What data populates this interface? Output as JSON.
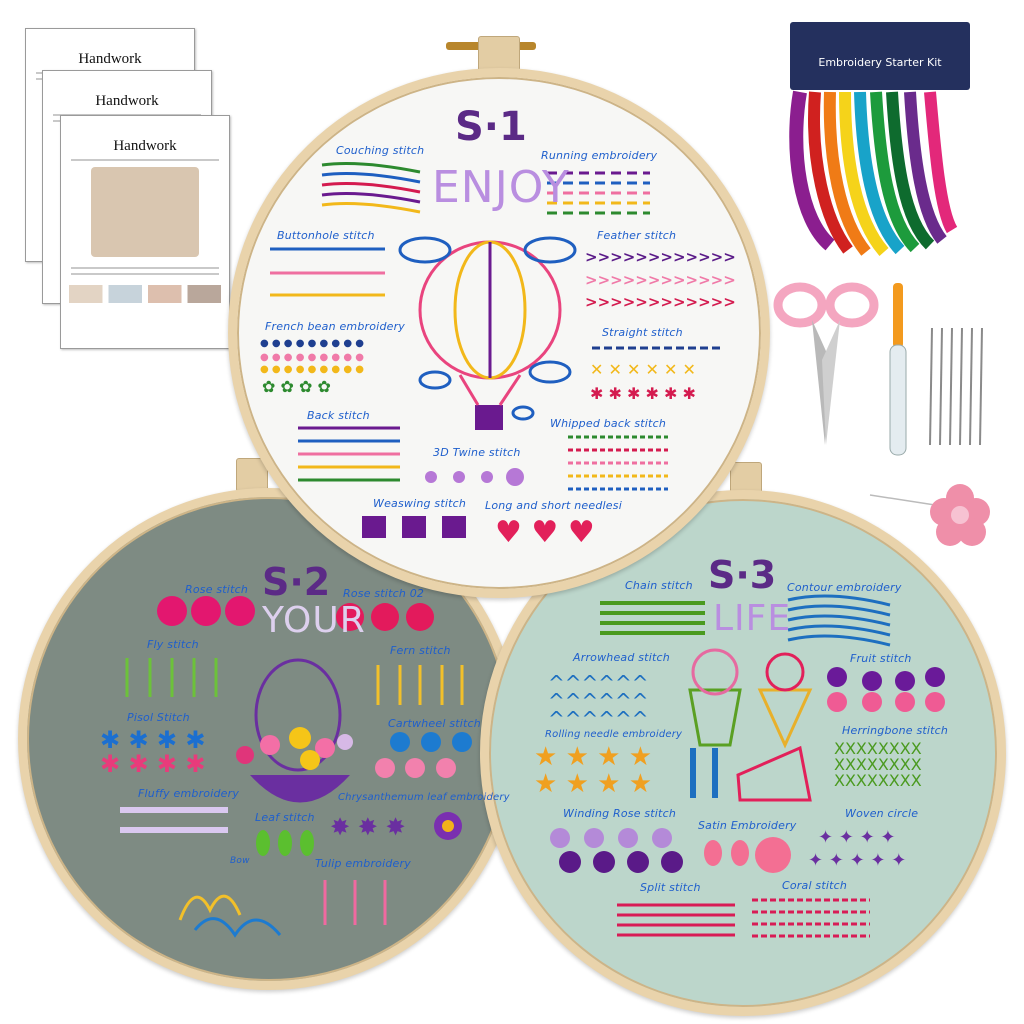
{
  "instruction_sheets": [
    {
      "title": "Handwork"
    },
    {
      "title": "Handwork"
    },
    {
      "title": "Handwork"
    }
  ],
  "kit_card": {
    "title": "Embroidery Starter Kit"
  },
  "hoop1": {
    "number": "S·1",
    "word": "ENJOY",
    "fabric_color": "#f7f7f5",
    "labels": [
      "Couching stitch",
      "Running embroidery",
      "Buttonhole stitch",
      "Feather stitch",
      "French bean embroidery",
      "Straight stitch",
      "Back stitch",
      "Whipped back stitch",
      "3D Twine stitch",
      "Weaswing stitch",
      "Long and short needlesi"
    ]
  },
  "hoop2": {
    "number": "S·2",
    "word": "YOUR",
    "fabric_color": "#7e8b83",
    "labels": [
      "Rose stitch",
      "Rose stitch 02",
      "Fly stitch",
      "Fern stitch",
      "Pisol Stitch",
      "Cartwheel stitch",
      "Fluffy embroidery",
      "Chrysanthemum leaf embroidery",
      "Leaf stitch",
      "Bow",
      "Tulip embroidery"
    ]
  },
  "hoop3": {
    "number": "S·3",
    "word": "LIFE",
    "fabric_color": "#bcd6cb",
    "labels": [
      "Chain stitch",
      "Contour embroidery",
      "Arrowhead stitch",
      "Fruit stitch",
      "Rolling needle embroidery",
      "Herringbone stitch",
      "Winding Rose stitch",
      "Satin Embroidery",
      "Woven circle",
      "Split stitch",
      "Coral stitch"
    ]
  },
  "colors": {
    "label_blue": "#1f5fcc",
    "hoop_wood": "#e9d3ab",
    "scissors_pink": "#f4a6c0"
  }
}
